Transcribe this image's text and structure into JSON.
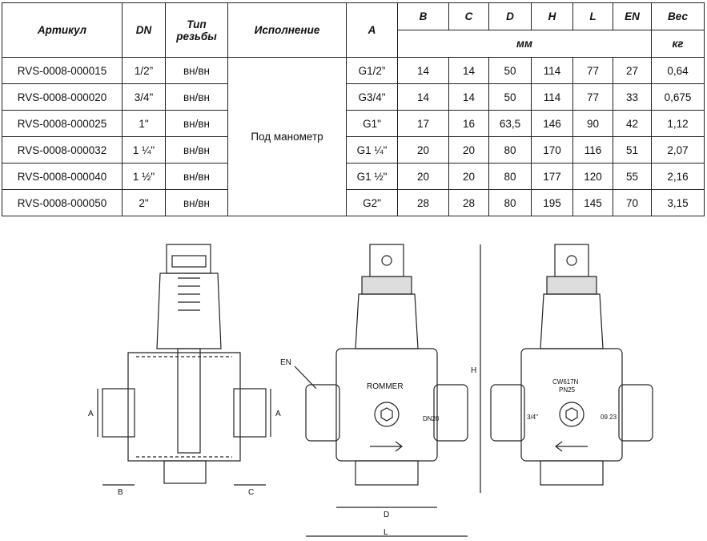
{
  "table": {
    "headers": {
      "article": "Артикул",
      "dn": "DN",
      "thread_type": "Тип резьбы",
      "execution": "Исполнение",
      "a": "A",
      "b": "B",
      "c": "C",
      "d": "D",
      "h": "H",
      "l": "L",
      "en": "EN",
      "weight": "Вес"
    },
    "units": {
      "mm": "мм",
      "kg": "кг"
    },
    "execution_value": "Под манометр",
    "rows": [
      {
        "article": "RVS-0008-000015",
        "dn": "1/2”",
        "thread": "вн/вн",
        "a": "G1/2”",
        "b": "14",
        "c": "14",
        "d": "50",
        "h": "114",
        "l": "77",
        "en": "27",
        "weight": "0,64"
      },
      {
        "article": "RVS-0008-000020",
        "dn": "3/4\"",
        "thread": "вн/вн",
        "a": "G3/4\"",
        "b": "14",
        "c": "14",
        "d": "50",
        "h": "114",
        "l": "77",
        "en": "33",
        "weight": "0,675"
      },
      {
        "article": "RVS-0008-000025",
        "dn": "1\"",
        "thread": "вн/вн",
        "a": "G1\"",
        "b": "17",
        "c": "16",
        "d": "63,5",
        "h": "146",
        "l": "90",
        "en": "42",
        "weight": "1,12"
      },
      {
        "article": "RVS-0008-000032",
        "dn": "1 ¼\"",
        "thread": "вн/вн",
        "a": "G1 ¼\"",
        "b": "20",
        "c": "20",
        "d": "80",
        "h": "170",
        "l": "116",
        "en": "51",
        "weight": "2,07"
      },
      {
        "article": "RVS-0008-000040",
        "dn": "1 ½\"",
        "thread": "вн/вн",
        "a": "G1 ½\"",
        "b": "20",
        "c": "20",
        "d": "80",
        "h": "177",
        "l": "120",
        "en": "55",
        "weight": "2,16"
      },
      {
        "article": "RVS-0008-000050",
        "dn": "2\"",
        "thread": "вн/вн",
        "a": "G2\"",
        "b": "28",
        "c": "28",
        "d": "80",
        "h": "195",
        "l": "145",
        "en": "70",
        "weight": "3,15"
      }
    ]
  },
  "drawing": {
    "section_labels": {
      "a_left": "A",
      "a_right": "A",
      "b": "B",
      "c": "C"
    },
    "front_labels": {
      "en": "EN",
      "h": "H",
      "d": "D",
      "l": "L",
      "brand": "ROMMER",
      "dn": "DN20"
    },
    "back_labels": {
      "material": "CW617N",
      "pressure": "PN25",
      "size": "3/4\"",
      "date": "09 23"
    }
  }
}
